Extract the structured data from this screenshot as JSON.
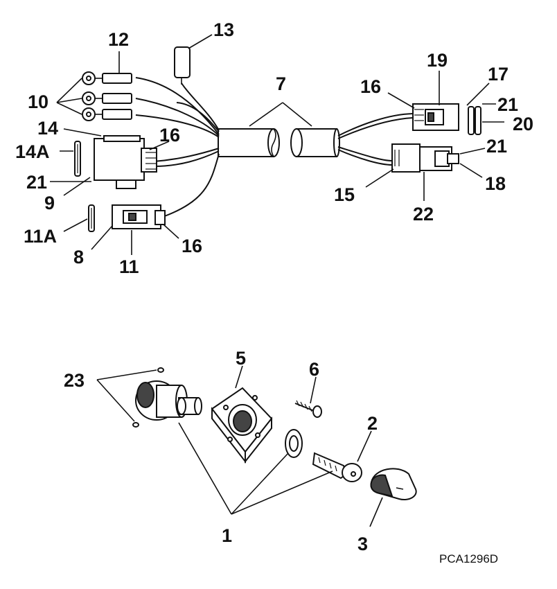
{
  "figure_code": "PCA1296D",
  "callouts": [
    {
      "id": "c12",
      "text": "12"
    },
    {
      "id": "c13",
      "text": "13"
    },
    {
      "id": "c10",
      "text": "10"
    },
    {
      "id": "c7",
      "text": "7"
    },
    {
      "id": "c19",
      "text": "19"
    },
    {
      "id": "c16a",
      "text": "16"
    },
    {
      "id": "c17",
      "text": "17"
    },
    {
      "id": "c21a",
      "text": "21"
    },
    {
      "id": "c20",
      "text": "20"
    },
    {
      "id": "c14",
      "text": "14"
    },
    {
      "id": "c16b",
      "text": "16"
    },
    {
      "id": "c14a",
      "text": "14A"
    },
    {
      "id": "c21b",
      "text": "21"
    },
    {
      "id": "c9",
      "text": "9"
    },
    {
      "id": "c21c",
      "text": "21"
    },
    {
      "id": "c18",
      "text": "18"
    },
    {
      "id": "c15",
      "text": "15"
    },
    {
      "id": "c22",
      "text": "22"
    },
    {
      "id": "c11a",
      "text": "11A"
    },
    {
      "id": "c8",
      "text": "8"
    },
    {
      "id": "c11",
      "text": "11"
    },
    {
      "id": "c16c",
      "text": "16"
    },
    {
      "id": "c23",
      "text": "23"
    },
    {
      "id": "c5",
      "text": "5"
    },
    {
      "id": "c6",
      "text": "6"
    },
    {
      "id": "c2",
      "text": "2"
    },
    {
      "id": "c1",
      "text": "1"
    },
    {
      "id": "c3",
      "text": "3"
    }
  ]
}
